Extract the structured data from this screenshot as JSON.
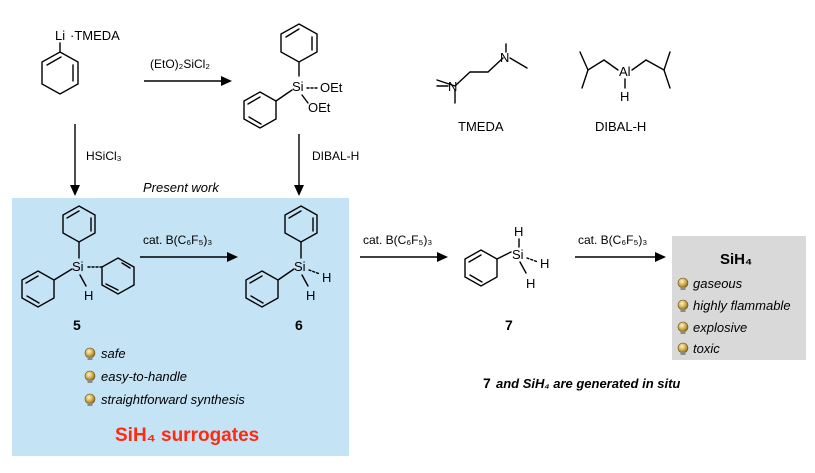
{
  "reactions": {
    "top_reagent": "(EtO)₂SiCl₂",
    "left_down_reagent": "HSiCl₃",
    "mid_down_reagent": "DIBAL-H",
    "cat_label": "cat. B(C₆F₅)₃"
  },
  "reference_labels": {
    "tmeda": "TMEDA",
    "dibalh": "DIBAL-H"
  },
  "atoms": {
    "li": "Li",
    "tmeda_dot": "·TMEDA",
    "si": "Si",
    "oet": "OEt",
    "h": "H",
    "n": "N",
    "al": "Al"
  },
  "present_work": "Present work",
  "compounds": {
    "c5": "5",
    "c6": "6",
    "c7": "7"
  },
  "properties": [
    "safe",
    "easy-to-handle",
    "straightforward synthesis"
  ],
  "surrogates": "SiH₄  surrogates",
  "sih4_box": {
    "title": "SiH₄",
    "items": [
      "gaseous",
      "highly flammable",
      "explosive",
      "toxic"
    ]
  },
  "in_situ_note": {
    "number": "7",
    "text": "and SiH₄ are generated in situ"
  },
  "colors": {
    "panel": "#c4e3f5",
    "gray_box": "#d9d9d9",
    "surrogate_red": "#ff2a10",
    "bullet": "#c8a84a"
  }
}
